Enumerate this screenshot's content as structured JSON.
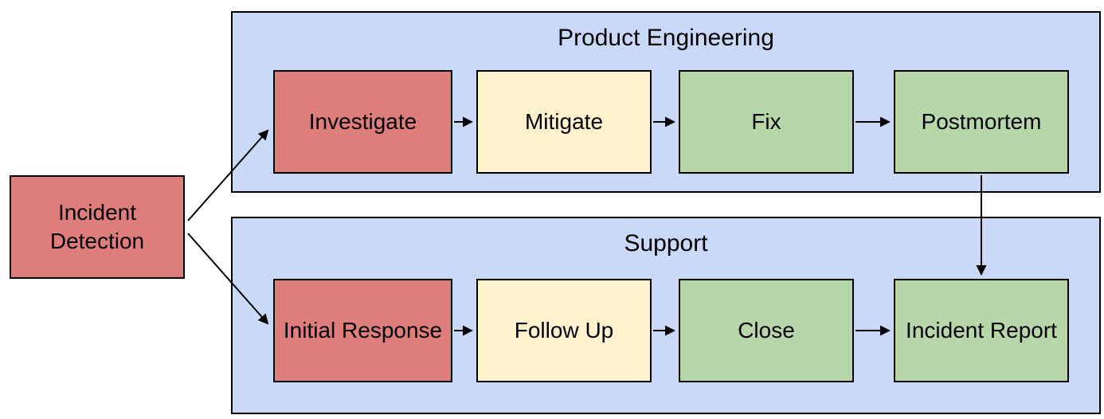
{
  "diagram": {
    "type": "flowchart",
    "colors": {
      "node_red": "#dd7e7b",
      "node_yellow": "#fff2cc",
      "node_green": "#b6d7a8",
      "lane_blue": "#c9daf8",
      "border": "#000000",
      "arrow": "#000000",
      "background": "#ffffff"
    },
    "start": {
      "label": "Incident Detection",
      "fill": "#dd7e7b"
    },
    "lanes": [
      {
        "title": "Product Engineering",
        "fill": "#c9daf8",
        "nodes": [
          {
            "label": "Investigate",
            "fill": "#dd7e7b"
          },
          {
            "label": "Mitigate",
            "fill": "#fff2cc"
          },
          {
            "label": "Fix",
            "fill": "#b6d7a8"
          },
          {
            "label": "Postmortem",
            "fill": "#b6d7a8"
          }
        ]
      },
      {
        "title": "Support",
        "fill": "#c9daf8",
        "nodes": [
          {
            "label": "Initial Response",
            "fill": "#dd7e7b"
          },
          {
            "label": "Follow Up",
            "fill": "#fff2cc"
          },
          {
            "label": "Close",
            "fill": "#b6d7a8"
          },
          {
            "label": "Incident Report",
            "fill": "#b6d7a8"
          }
        ]
      }
    ],
    "edges": [
      {
        "from": "Incident Detection",
        "to": "Investigate"
      },
      {
        "from": "Incident Detection",
        "to": "Initial Response"
      },
      {
        "from": "Investigate",
        "to": "Mitigate"
      },
      {
        "from": "Mitigate",
        "to": "Fix"
      },
      {
        "from": "Fix",
        "to": "Postmortem"
      },
      {
        "from": "Initial Response",
        "to": "Follow Up"
      },
      {
        "from": "Follow Up",
        "to": "Close"
      },
      {
        "from": "Close",
        "to": "Incident Report"
      },
      {
        "from": "Postmortem",
        "to": "Incident Report"
      }
    ]
  }
}
